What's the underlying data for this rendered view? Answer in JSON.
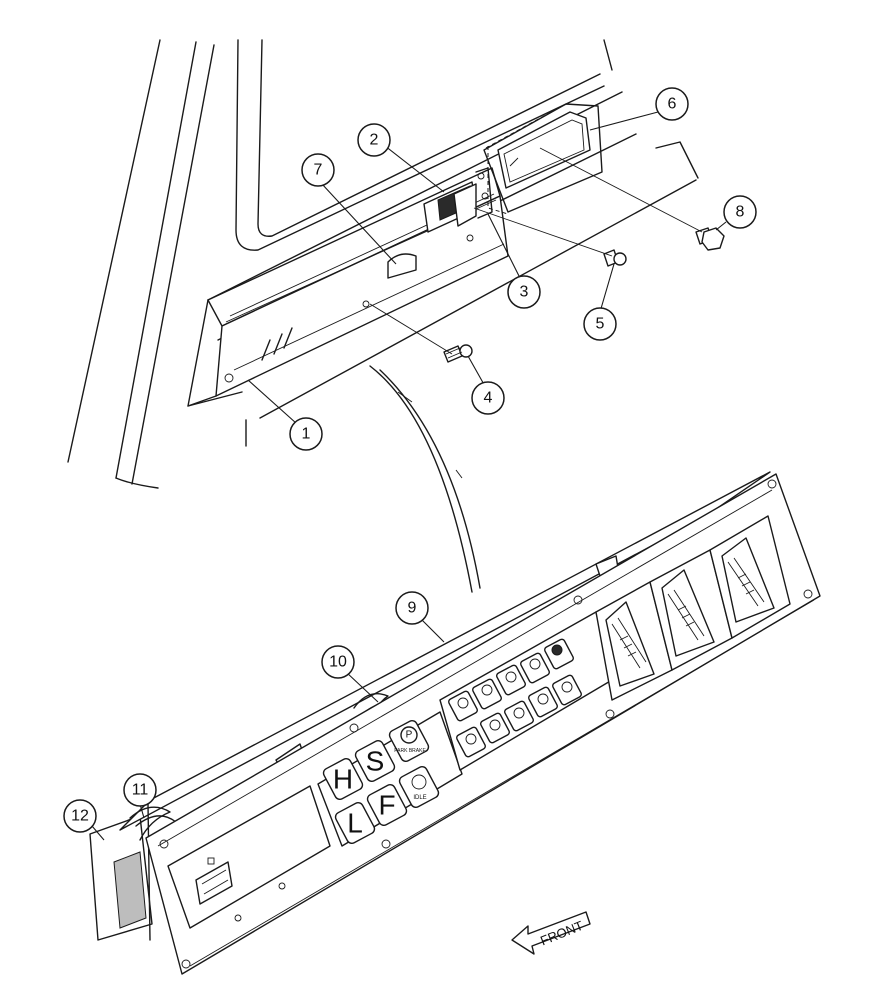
{
  "callouts": [
    {
      "id": "c1",
      "label": "1"
    },
    {
      "id": "c2",
      "label": "2"
    },
    {
      "id": "c3",
      "label": "3"
    },
    {
      "id": "c4",
      "label": "4"
    },
    {
      "id": "c5",
      "label": "5"
    },
    {
      "id": "c6",
      "label": "6"
    },
    {
      "id": "c7",
      "label": "7"
    },
    {
      "id": "c8",
      "label": "8"
    },
    {
      "id": "c9",
      "label": "9"
    },
    {
      "id": "c10",
      "label": "10"
    },
    {
      "id": "c11",
      "label": "11"
    },
    {
      "id": "c12",
      "label": "12"
    }
  ],
  "panel_keys": {
    "hs_h": "H",
    "hs_s": "S",
    "lf_l": "L",
    "lf_f": "F",
    "park": "P",
    "park_caption": "PARK BRAKE",
    "idle_caption": "IDLE"
  },
  "direction_label": "FRONT"
}
